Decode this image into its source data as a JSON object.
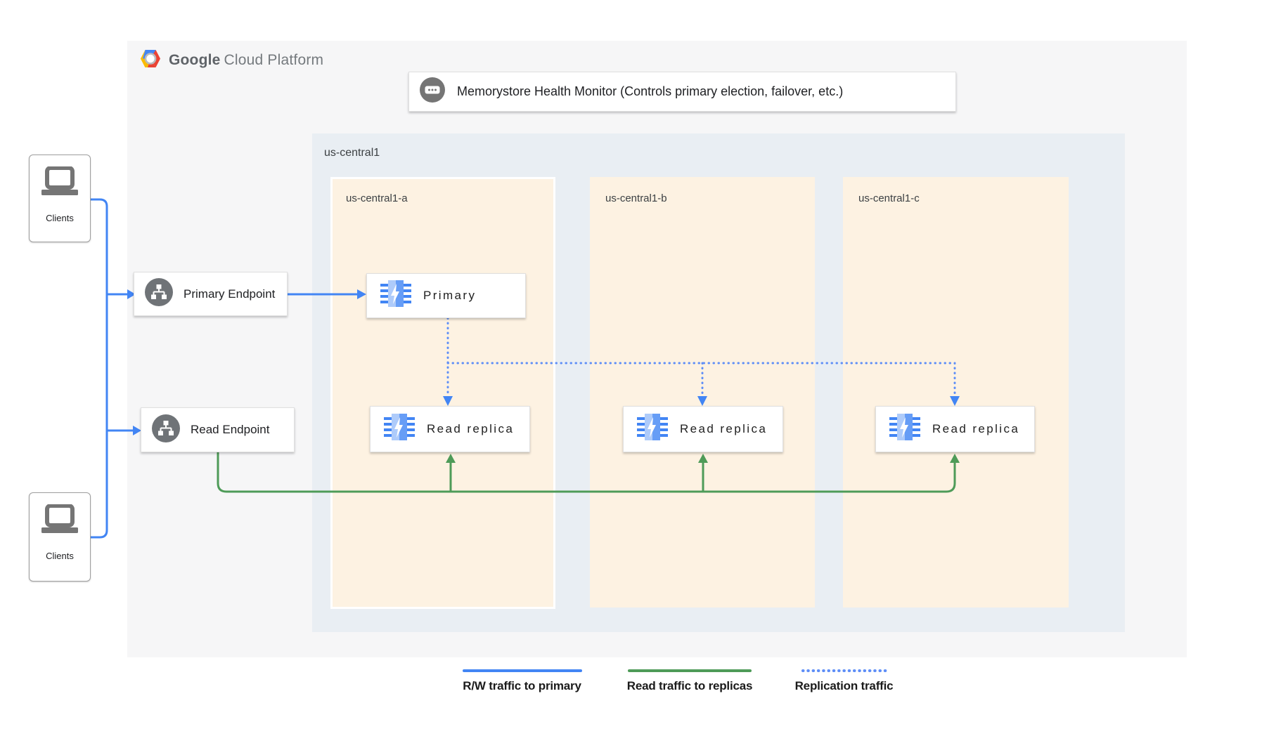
{
  "header": {
    "brand_primary": "Google",
    "brand_secondary": "Cloud Platform",
    "logo_icon": "gcp-hexagon-logo"
  },
  "health_monitor": {
    "label": "Memorystore Health Monitor (Controls primary election, failover, etc.)",
    "icon": "chat-dots-icon"
  },
  "region": {
    "label": "us-central1",
    "zones": [
      {
        "label": "us-central1-a",
        "nodes": [
          {
            "label": "Primary",
            "icon": "memorystore-chip-icon"
          },
          {
            "label": "Read replica",
            "icon": "memorystore-chip-icon"
          }
        ]
      },
      {
        "label": "us-central1-b",
        "nodes": [
          {
            "label": "Read replica",
            "icon": "memorystore-chip-icon"
          }
        ]
      },
      {
        "label": "us-central1-c",
        "nodes": [
          {
            "label": "Read replica",
            "icon": "memorystore-chip-icon"
          }
        ]
      }
    ]
  },
  "endpoints": [
    {
      "label": "Primary Endpoint",
      "icon": "network-endpoint-icon"
    },
    {
      "label": "Read Endpoint",
      "icon": "network-endpoint-icon"
    }
  ],
  "clients": [
    {
      "label": "Clients",
      "icon": "laptop-icon"
    },
    {
      "label": "Clients",
      "icon": "laptop-icon"
    }
  ],
  "legend": [
    {
      "label": "R/W traffic to primary",
      "style": "solid",
      "color": "#4285F4"
    },
    {
      "label": "Read traffic to replicas",
      "style": "solid",
      "color": "#4E9B58"
    },
    {
      "label": "Replication traffic",
      "style": "dotted",
      "color": "#5E8EF7"
    }
  ],
  "colors": {
    "panel_bg": "#f6f6f7",
    "region_bg": "#e9eef3",
    "zone_bg": "#fdf2e2",
    "blue_traffic": "#4285F4",
    "green_traffic": "#4E9B58",
    "replication_blue": "#5E8EF7",
    "icon_gray": "#6f7377",
    "memorystore_light_blue": "#aecbfa",
    "memorystore_mid_blue": "#669df6"
  }
}
